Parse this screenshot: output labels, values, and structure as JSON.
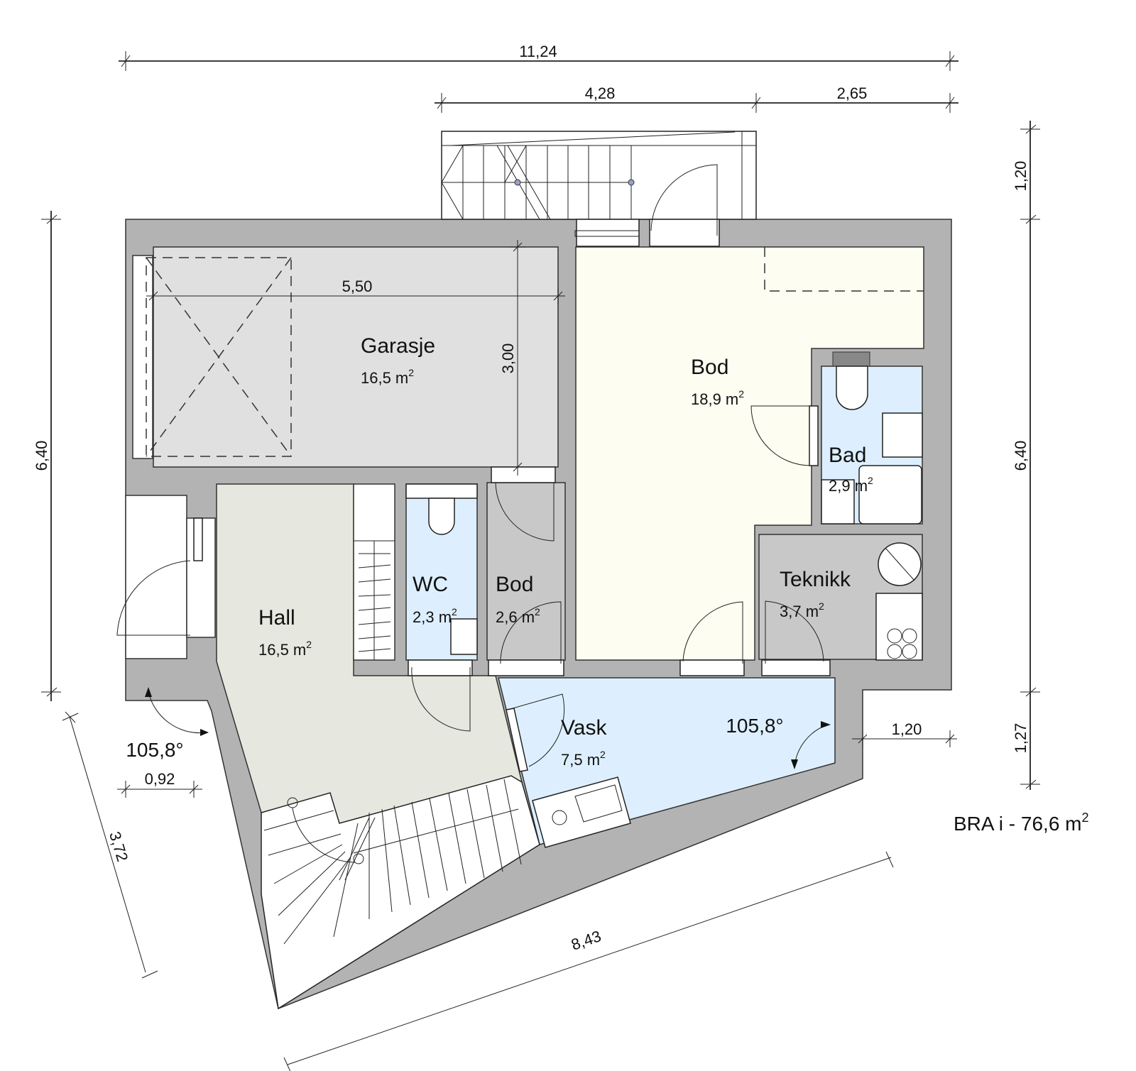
{
  "plan": {
    "total_label": "BRA i - 76,6 m",
    "total_sup": "2",
    "colors": {
      "wall": "#b3b3b3",
      "garage": "#e0e0e0",
      "bod_large": "#fdfdf1",
      "bath": "#ddefff",
      "storage": "#c8c8c8",
      "hall": "#e6e7de",
      "white": "#ffffff"
    },
    "rooms": {
      "garasje": {
        "name": "Garasje",
        "area": "16,5 m",
        "sup": "2"
      },
      "bod_large": {
        "name": "Bod",
        "area": "18,9 m",
        "sup": "2"
      },
      "bad": {
        "name": "Bad",
        "area": "2,9 m",
        "sup": "2"
      },
      "teknikk": {
        "name": "Teknikk",
        "area": "3,7 m",
        "sup": "2"
      },
      "wc": {
        "name": "WC",
        "area": "2,3 m",
        "sup": "2"
      },
      "bod_small": {
        "name": "Bod",
        "area": "2,6 m",
        "sup": "2"
      },
      "hall": {
        "name": "Hall",
        "area": "16,5 m",
        "sup": "2"
      },
      "vask": {
        "name": "Vask",
        "area": "7,5 m",
        "sup": "2"
      }
    },
    "dimensions": {
      "overall_width": "11,24",
      "top_segment_1": "4,28",
      "top_segment_2": "2,65",
      "left_height": "6,40",
      "right_height": "6,40",
      "right_top": "1,20",
      "right_bottom": "1,27",
      "right_step": "1,20",
      "garage_width": "5,50",
      "garage_depth": "3,00",
      "left_step": "0,92",
      "left_diagonal": "3,72",
      "bottom_diagonal": "8,43"
    },
    "angles": {
      "left": "105,8°",
      "right": "105,8°"
    }
  }
}
